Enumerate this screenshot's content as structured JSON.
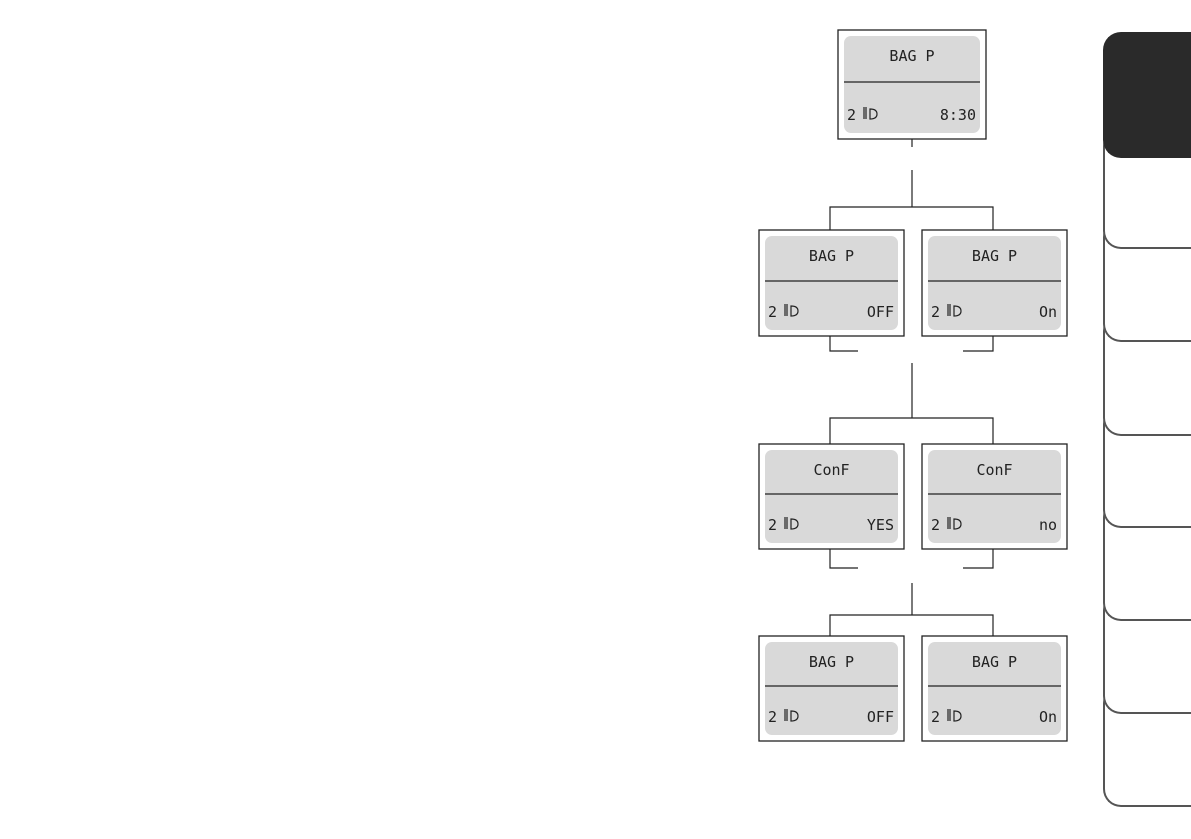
{
  "screens": {
    "root": {
      "title": "BAG P",
      "left": "2",
      "right": "8:30"
    },
    "off_1": {
      "title": "BAG P",
      "left": "2",
      "right": "OFF"
    },
    "on_1": {
      "title": "BAG P",
      "left": "2",
      "right": "On"
    },
    "conf_yes": {
      "title": "ConF",
      "left": "2",
      "right": "YES"
    },
    "conf_no": {
      "title": "ConF",
      "left": "2",
      "right": "no"
    },
    "off_2": {
      "title": "BAG P",
      "left": "2",
      "right": "OFF"
    },
    "on_2": {
      "title": "BAG P",
      "left": "2",
      "right": "On"
    }
  },
  "seat_icon": "passenger-airbag-icon",
  "colors": {
    "screen_fill": "#d9d9d9",
    "outline": "#222222",
    "active_tab": "#2a2a2a"
  }
}
